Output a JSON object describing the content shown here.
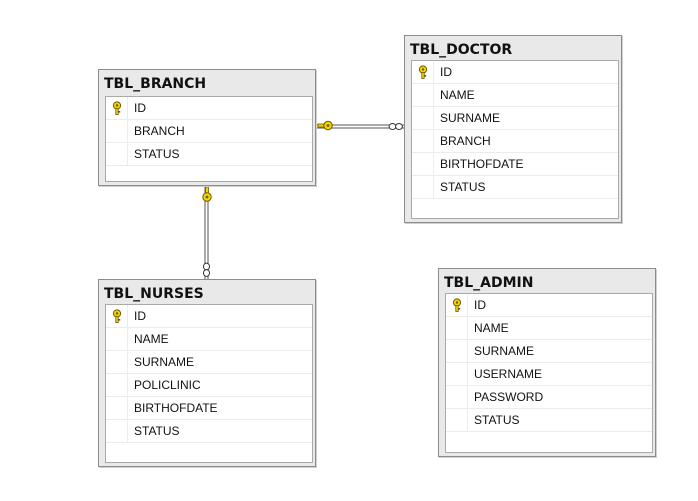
{
  "tables": {
    "branch": {
      "title": "TBL_BRANCH",
      "columns": [
        {
          "name": "ID",
          "key": true
        },
        {
          "name": "BRANCH",
          "key": false
        },
        {
          "name": "STATUS",
          "key": false
        }
      ]
    },
    "doctor": {
      "title": "TBL_DOCTOR",
      "columns": [
        {
          "name": "ID",
          "key": true
        },
        {
          "name": "NAME",
          "key": false
        },
        {
          "name": "SURNAME",
          "key": false
        },
        {
          "name": "BRANCH",
          "key": false
        },
        {
          "name": "BIRTHOFDATE",
          "key": false
        },
        {
          "name": "STATUS",
          "key": false
        }
      ]
    },
    "nurses": {
      "title": "TBL_NURSES",
      "columns": [
        {
          "name": "ID",
          "key": true
        },
        {
          "name": "NAME",
          "key": false
        },
        {
          "name": "SURNAME",
          "key": false
        },
        {
          "name": "POLICLINIC",
          "key": false
        },
        {
          "name": "BIRTHOFDATE",
          "key": false
        },
        {
          "name": "STATUS",
          "key": false
        }
      ]
    },
    "admin": {
      "title": "TBL_ADMIN",
      "columns": [
        {
          "name": "ID",
          "key": true
        },
        {
          "name": "NAME",
          "key": false
        },
        {
          "name": "SURNAME",
          "key": false
        },
        {
          "name": "USERNAME",
          "key": false
        },
        {
          "name": "PASSWORD",
          "key": false
        },
        {
          "name": "STATUS",
          "key": false
        }
      ]
    }
  },
  "relationships": [
    {
      "from": "TBL_BRANCH",
      "to": "TBL_DOCTOR",
      "from_end": "one-key",
      "to_end": "many"
    },
    {
      "from": "TBL_BRANCH",
      "to": "TBL_NURSES",
      "from_end": "one-key",
      "to_end": "many"
    }
  ],
  "icons": {
    "primary_key": "key-icon",
    "one_end": "key-icon",
    "many_end": "infinity-icon"
  },
  "colors": {
    "key_fill": "#f5d400",
    "key_stroke": "#6b5a00",
    "title_bg": "#e9e9e9",
    "border": "#8c8c8c"
  }
}
